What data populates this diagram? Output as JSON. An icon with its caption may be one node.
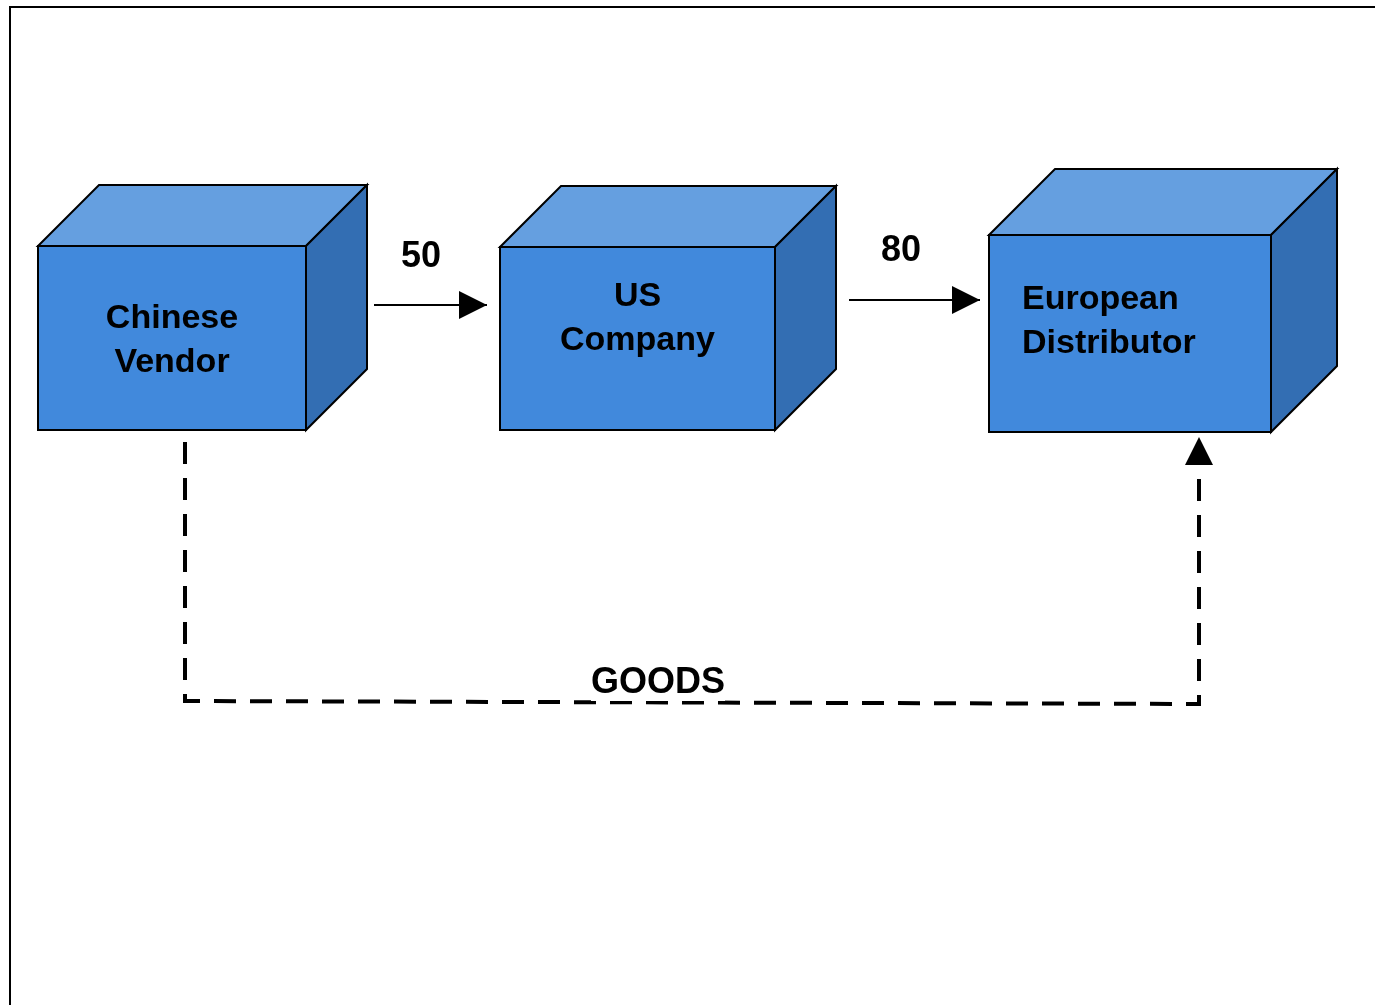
{
  "diagram": {
    "nodes": [
      {
        "text": [
          "Chinese Vendor"
        ]
      },
      {
        "text": [
          "US Company"
        ]
      },
      {
        "text": [
          "European Distributor"
        ]
      }
    ],
    "edges": [
      {
        "from": 0,
        "to": 1,
        "arrow": "to",
        "label": "50"
      },
      {
        "from": 1,
        "to": 2,
        "arrow": "to",
        "label": "80"
      },
      {
        "from": 0,
        "to": 2,
        "arrow": "to",
        "label": "GOODS",
        "style": "dashed"
      }
    ]
  }
}
